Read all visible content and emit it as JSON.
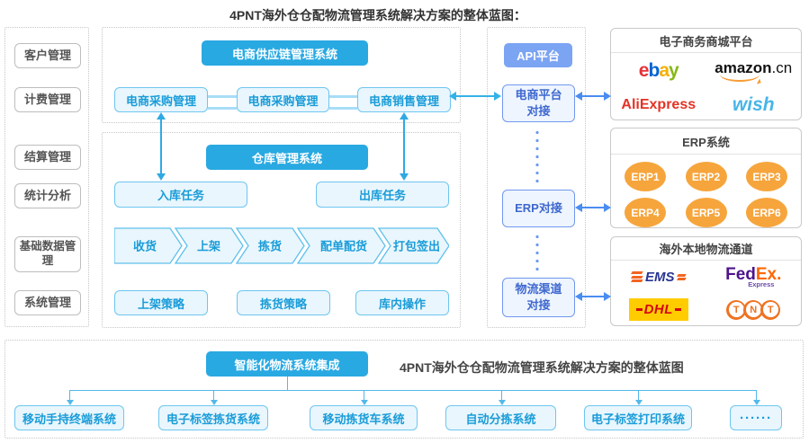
{
  "title": "4PNT海外仓仓配物流管理系统解决方案的整体蓝图：",
  "colors": {
    "accent_cyan": "#29a9e2",
    "accent_blue": "#7ba4f2",
    "box_blue_text": "#1a9cd8",
    "erp_orange": "#f6a53c"
  },
  "sidebar": {
    "items": [
      "客户管理",
      "计费管理",
      "结算管理",
      "统计分析",
      "基础数据管理",
      "系统管理"
    ]
  },
  "supply_chain": {
    "header": "电商供应链管理系统",
    "purchase1": "电商采购管理",
    "purchase2": "电商采购管理",
    "sales": "电商销售管理"
  },
  "warehouse": {
    "header": "仓库管理系统",
    "inbound": "入库任务",
    "outbound": "出库任务",
    "flow": [
      "收货",
      "上架",
      "拣货",
      "配单配货",
      "打包签出"
    ],
    "strategies": [
      "上架策略",
      "拣货策略",
      "库内操作"
    ]
  },
  "api": {
    "header": "API平台",
    "ecommerce": "电商平台对接",
    "erp": "ERP对接",
    "logistics": "物流渠道对接"
  },
  "mall_platforms": {
    "header": "电子商务商城平台",
    "ebay": [
      "e",
      "b",
      "a",
      "y"
    ],
    "amazon": {
      "name": "amazon",
      "tld": ".cn"
    },
    "aliexpress": {
      "ali": "Ali",
      "express": "Express"
    },
    "wish": "wish"
  },
  "erp_systems": {
    "header": "ERP系统",
    "items": [
      "ERP1",
      "ERP2",
      "ERP3",
      "ERP4",
      "ERP5",
      "ERP6"
    ]
  },
  "logistics_channels": {
    "header": "海外本地物流通道",
    "ems": "EMS",
    "fedex": {
      "fed": "Fed",
      "ex": "Ex",
      "dot": ".",
      "sub": "Express"
    },
    "dhl": "DHL",
    "tnt": [
      "T",
      "N",
      "T"
    ]
  },
  "integration": {
    "header": "智能化物流系统集成",
    "caption": "4PNT海外仓仓配物流管理系统解决方案的整体蓝图",
    "systems": [
      "移动手持终端系统",
      "电子标签拣货系统",
      "移动拣货车系统",
      "自动分拣系统",
      "电子标签打印系统",
      "······"
    ]
  }
}
